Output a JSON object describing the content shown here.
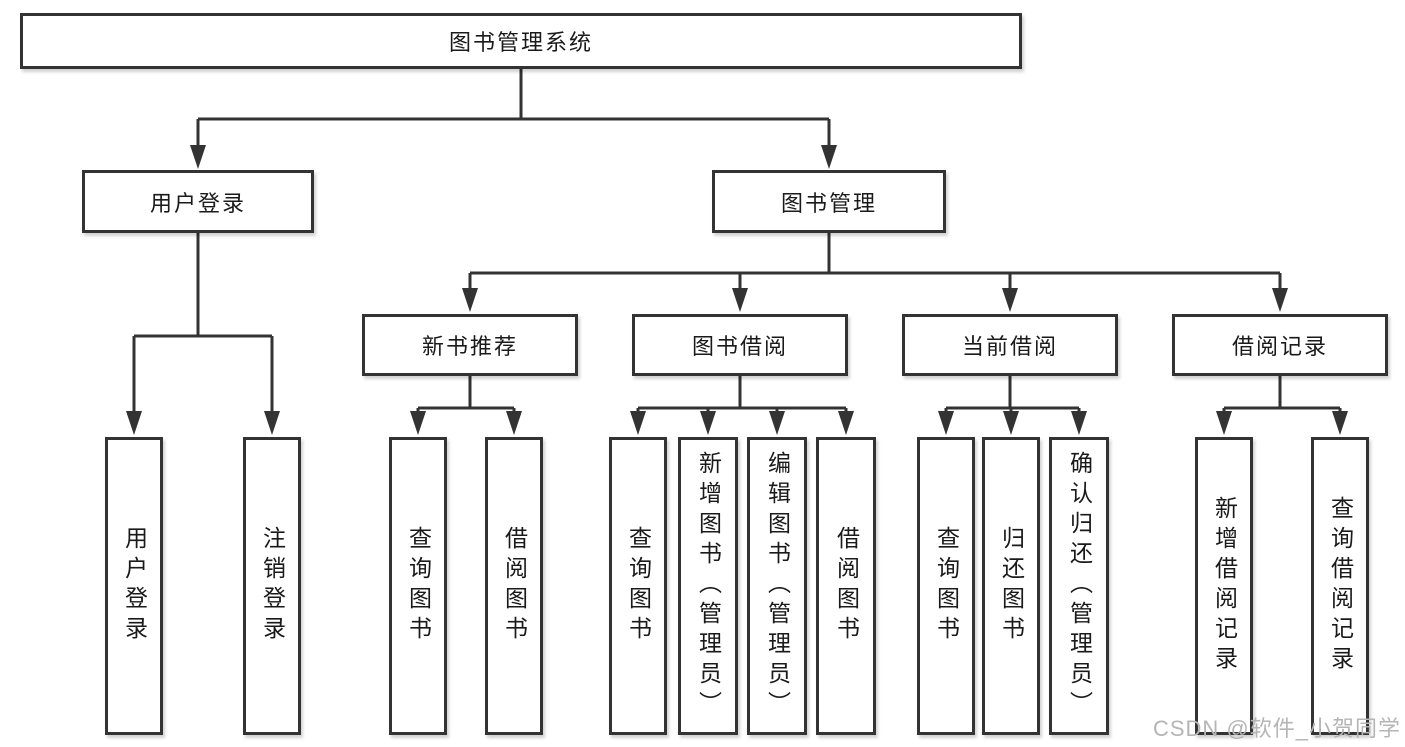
{
  "colors": {
    "line": "#333333",
    "text": "#1a1a1a",
    "box_background": "#ffffff",
    "page_background": "#ffffff",
    "watermark": "#b5b5b5"
  },
  "watermark": {
    "text": "CSDN @软件_小贺同学"
  },
  "diagram": {
    "root": {
      "label": "图书管理系统"
    },
    "branches": [
      {
        "label": "用户登录",
        "children": [
          {
            "label": "用户登录"
          },
          {
            "label": "注销登录"
          }
        ]
      },
      {
        "label": "图书管理",
        "children": [
          {
            "label": "新书推荐",
            "children": [
              {
                "label": "查询图书"
              },
              {
                "label": "借阅图书"
              }
            ]
          },
          {
            "label": "图书借阅",
            "children": [
              {
                "label": "查询图书"
              },
              {
                "label": "新增图书（管理员）"
              },
              {
                "label": "编辑图书（管理员）"
              },
              {
                "label": "借阅图书"
              }
            ]
          },
          {
            "label": "当前借阅",
            "children": [
              {
                "label": "查询图书"
              },
              {
                "label": "归还图书"
              },
              {
                "label": "确认归还（管理员）"
              }
            ]
          },
          {
            "label": "借阅记录",
            "children": [
              {
                "label": "新增借阅记录"
              },
              {
                "label": "查询借阅记录"
              }
            ]
          }
        ]
      }
    ]
  }
}
